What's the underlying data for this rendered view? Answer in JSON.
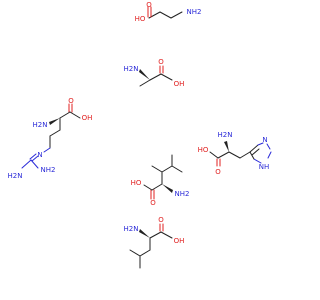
{
  "colors": {
    "background": "#ffffff",
    "bond": "#222222",
    "oxygen": "#e02020",
    "nitrogen": "#2a2ad8"
  },
  "molecules": [
    {
      "id": "glycine",
      "labels": {
        "acid": "HO",
        "carbonyl": "O",
        "amine": "NH2"
      }
    },
    {
      "id": "alanine",
      "labels": {
        "amine": "H2N",
        "carbonyl": "O",
        "acid": "OH"
      }
    },
    {
      "id": "arginine",
      "labels": {
        "carbonyl": "O",
        "amine": "H2N",
        "acid": "OH",
        "imine_n": "N",
        "guan_nh2_top": "NH2",
        "guan_nh2_bottom": "H2N"
      }
    },
    {
      "id": "histidine",
      "labels": {
        "amine": "H2N",
        "carbonyl": "O",
        "acid": "HO",
        "ring_n": "N",
        "ring_nh": "NH"
      }
    },
    {
      "id": "leucine_1",
      "labels": {
        "carbonyl": "O",
        "acid": "HO",
        "amine": "NH2"
      }
    },
    {
      "id": "leucine_2",
      "labels": {
        "amine": "H2N",
        "carbonyl": "O",
        "acid": "OH"
      }
    }
  ]
}
